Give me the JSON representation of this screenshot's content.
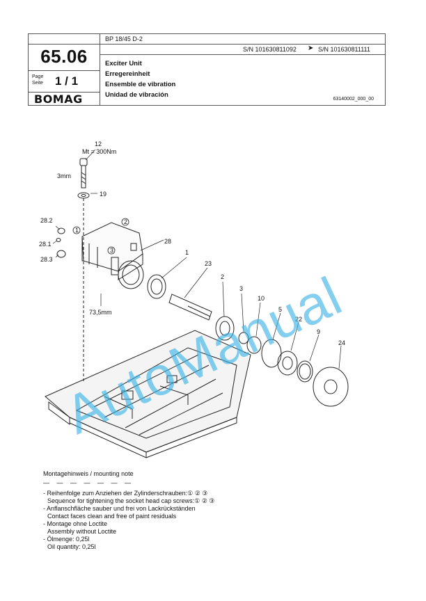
{
  "header": {
    "section_number": "65.06",
    "page_label_de": "Page",
    "page_label_en": "Seite",
    "page_value": "1  /  1",
    "brand": "BOMAG",
    "model": "BP 18/45 D-2",
    "sn_from": "S/N 101630811092",
    "sn_arrow": "➤",
    "sn_to": "S/N 101630811111",
    "title_en": "Exciter Unit",
    "title_de": "Erregereinheit",
    "title_fr": "Ensemble de vibration",
    "title_es": "Unidad de vibración",
    "doc_number": "63140002_000_00"
  },
  "drawing": {
    "callouts": {
      "c12": "12",
      "torque": "Mt = 300Nm",
      "gap3": "3mm",
      "c19": "19",
      "c28_2": "28.2",
      "c28_1": "28.1",
      "c28_3": "28.3",
      "c28": "28",
      "c1": "1",
      "c23": "23",
      "c2": "2",
      "c3": "3",
      "c10": "10",
      "c5": "5",
      "c22": "22",
      "c9": "9",
      "c24": "24",
      "dim": "73,5mm",
      "seq1": "1",
      "seq2": "2",
      "seq3": "3"
    },
    "watermark": "AutoManual"
  },
  "notes": {
    "title": "Montagehinweis / mounting note",
    "dashes": "— — — — — — —",
    "lines": [
      "- Reihenfolge zum Anziehen der Zylinderschrauben:① ② ③",
      "  Sequence for tightening the socket head cap screws:① ② ③",
      "- Anflanschfläche sauber und frei von Lackrückständen",
      "  Contact faces clean and free of paint residuals",
      "- Montage ohne Loctite",
      "  Assembly without Loctite",
      "- Ölmenge: 0,25l",
      "  Oil quantity: 0,25l"
    ]
  }
}
